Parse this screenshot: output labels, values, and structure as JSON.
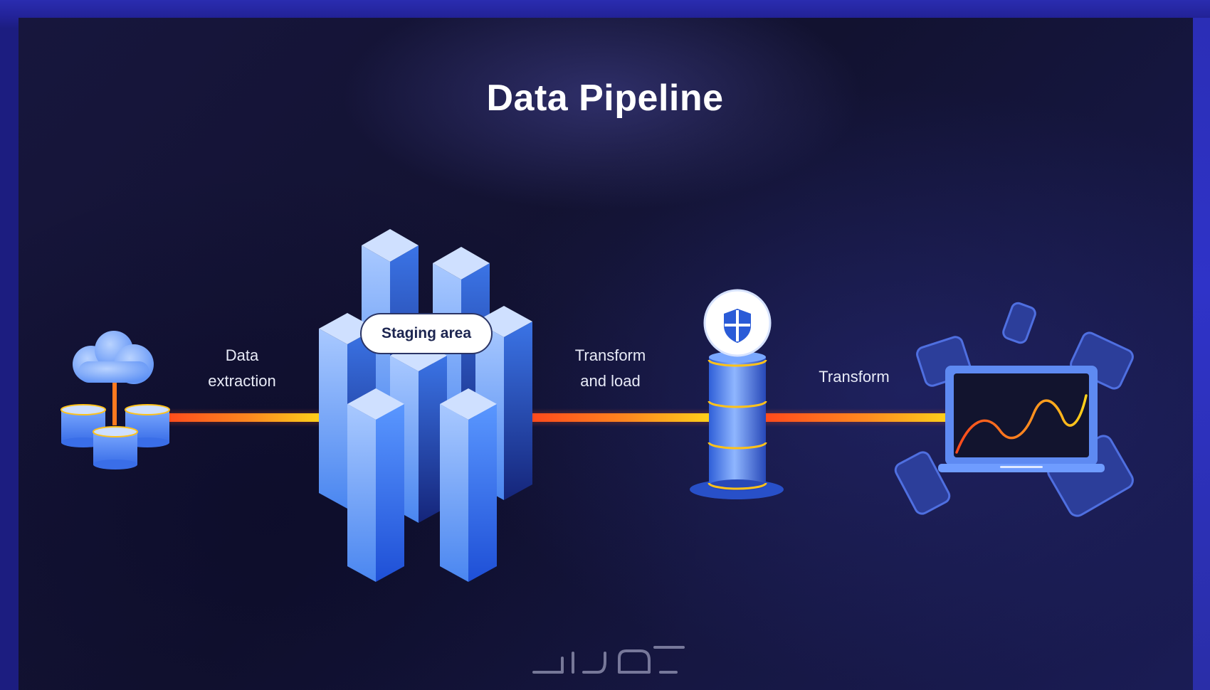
{
  "title": "Data Pipeline",
  "labels": {
    "data_extraction": "Data\nextraction",
    "staging_area": "Staging area",
    "transform_and_load": "Transform\nand load",
    "transform": "Transform"
  },
  "watermark": "خمسات",
  "colors": {
    "background": "#141433",
    "frame": "#2a2cb0",
    "block_blue": "#3f7ef2",
    "block_light": "#9fc3ff",
    "flow_orange": "#ff5a1f",
    "flow_yellow": "#ffd21a"
  },
  "icons": [
    "cloud-icon",
    "database-icon",
    "shield-icon",
    "laptop-icon",
    "chart-line-icon",
    "device-icon"
  ]
}
